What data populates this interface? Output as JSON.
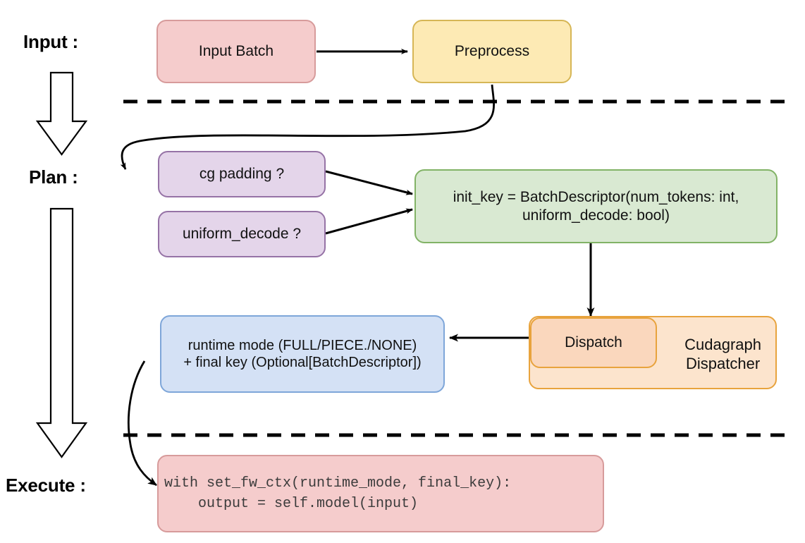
{
  "diagram": {
    "title": "vLLM cudagraph dispatch pipeline",
    "stages": [
      {
        "id": "input",
        "label": "Input :"
      },
      {
        "id": "plan",
        "label": "Plan :"
      },
      {
        "id": "execute",
        "label": "Execute :"
      }
    ],
    "nodes": {
      "input_batch": {
        "label": "Input Batch"
      },
      "preprocess": {
        "label": "Preprocess"
      },
      "cg_padding": {
        "label": "cg padding ?"
      },
      "uniform_decode": {
        "label": "uniform_decode ?"
      },
      "init_key": {
        "line1": "init_key = BatchDescriptor(num_tokens: int,",
        "line2": "uniform_decode: bool)"
      },
      "dispatch": {
        "label": "Dispatch"
      },
      "cudagraph_dispatcher": {
        "line1": "Cudagraph",
        "line2": "Dispatcher"
      },
      "runtime_mode": {
        "line1": "runtime mode (FULL/PIECE./NONE)",
        "line2": "+ final key (Optional[BatchDescriptor])"
      },
      "code_block": {
        "line1": "with set_fw_ctx(runtime_mode, final_key):",
        "line2": "    output = self.model(input)"
      }
    },
    "colors": {
      "pink_fill": "#f5cccc",
      "pink_stroke": "#d79b9b",
      "yellow_fill": "#fdeab4",
      "yellow_stroke": "#d6b656",
      "purple_fill": "#e4d5ea",
      "purple_stroke": "#9673a6",
      "green_fill": "#d9e9d2",
      "green_stroke": "#82b366",
      "blue_fill": "#d4e1f5",
      "blue_stroke": "#7ea6d9",
      "orange_outer_fill": "#fce4cd",
      "orange_inner_fill": "#fad7bd",
      "orange_stroke": "#e8a33d",
      "line": "#000000",
      "background": "#ffffff"
    },
    "separators": [
      {
        "id": "input-plan-divider",
        "style": "dashed"
      },
      {
        "id": "plan-execute-divider",
        "style": "dashed"
      }
    ],
    "flow_arrows": [
      {
        "from": "input_batch",
        "to": "preprocess",
        "style": "straight"
      },
      {
        "from": "preprocess",
        "to": "cg_padding",
        "style": "curved"
      },
      {
        "from": "cg_padding",
        "to": "init_key",
        "style": "straight"
      },
      {
        "from": "uniform_decode",
        "to": "init_key",
        "style": "straight"
      },
      {
        "from": "init_key",
        "to": "dispatch",
        "style": "straight"
      },
      {
        "from": "dispatch",
        "to": "runtime_mode",
        "style": "straight"
      },
      {
        "from": "runtime_mode",
        "to": "code_block",
        "style": "curved"
      }
    ],
    "stage_arrows": [
      {
        "id": "input-to-plan-arrow",
        "direction": "down"
      },
      {
        "id": "plan-to-execute-arrow",
        "direction": "down"
      }
    ]
  }
}
